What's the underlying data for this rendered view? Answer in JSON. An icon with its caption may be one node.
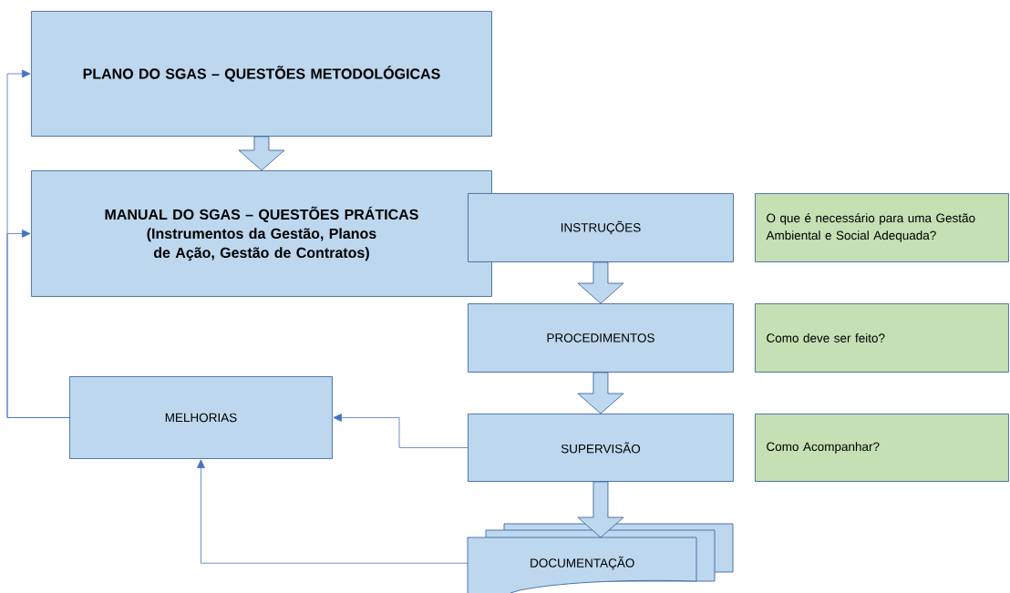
{
  "diagram": {
    "nodes": [
      {
        "text": [
          "PLANO DO SGAS – QUESTÕES METODOLÓGICAS"
        ]
      },
      {
        "text": [
          "MANUAL DO SGAS – QUESTÕES PRÁTICAS",
          "(Instrumentos da Gestão, Planos de Ação, Gestão de Contratos)"
        ]
      },
      {
        "text": [
          "INSTRUÇÕES"
        ]
      },
      {
        "text": [
          "O que é necessário para uma Gestão Ambiental e Social Adequada?"
        ]
      },
      {
        "text": [
          "PROCEDIMENTOS"
        ]
      },
      {
        "text": [
          "Como deve ser feito?"
        ]
      },
      {
        "text": [
          "MELHORIAS"
        ]
      },
      {
        "text": [
          "SUPERVISÃO"
        ]
      },
      {
        "text": [
          "Como Acompanhar?"
        ]
      },
      {
        "text": [
          "DOCUMENTAÇÃO"
        ]
      }
    ],
    "edges": [
      {
        "from": 0,
        "to": 1,
        "arrow": "to",
        "style": "thick"
      },
      {
        "from": 2,
        "to": 4,
        "arrow": "to",
        "style": "thick"
      },
      {
        "from": 4,
        "to": 7,
        "arrow": "to",
        "style": "thick"
      },
      {
        "from": 7,
        "to": 9,
        "arrow": "to",
        "style": "thick"
      },
      {
        "from": 7,
        "to": 6,
        "arrow": "to"
      },
      {
        "from": 9,
        "to": 6,
        "arrow": "to"
      },
      {
        "from": 6,
        "to": 0,
        "arrow": "to"
      },
      {
        "from": 6,
        "to": 1,
        "arrow": "to"
      }
    ]
  }
}
